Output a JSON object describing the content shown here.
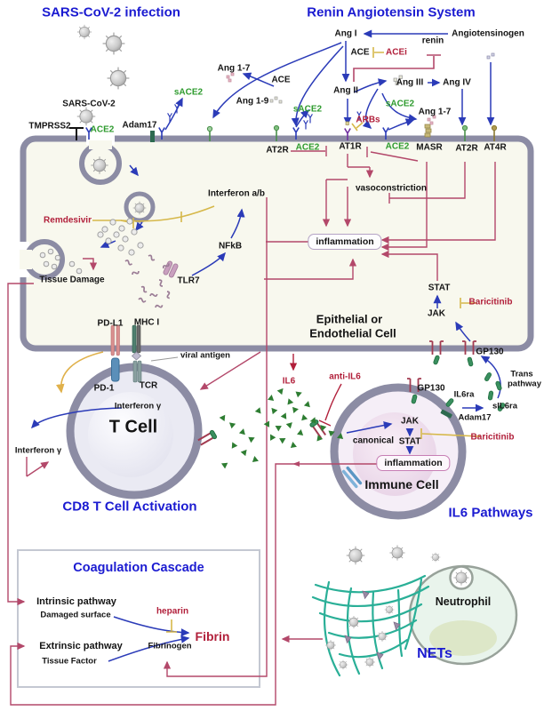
{
  "colors": {
    "title_blue": "#1b1bd1",
    "arrow_blue": "#2b3bb8",
    "enzyme_green": "#2e9b2e",
    "inhibitor_red": "#b11f3a",
    "pathway_red": "#b3486a",
    "inhibitor_yellow": "#d6b84a",
    "membrane_gray": "#8c8ca4",
    "nets_teal": "#2aaf97"
  },
  "titles": {
    "sars": "SARS-CoV-2 infection",
    "ras": "Renin Angiotensin System",
    "cd8": "CD8 T Cell Activation",
    "il6": "IL6 Pathways",
    "coagulation": "Coagulation Cascade",
    "nets": "NETs"
  },
  "sars": {
    "virus_label": "SARS-CoV-2",
    "tmprss2": "TMPRSS2",
    "ace2": "ACE2",
    "adam17": "Adam17",
    "sace2": "sACE2",
    "remdesivir": "Remdesivir",
    "tissue_damage": "Tissue Damage",
    "interferon_ab": "Interferon a/b",
    "nfkb": "NFkB",
    "tlr7": "TLR7"
  },
  "ras": {
    "angiotensinogen": "Angiotensinogen",
    "renin": "renin",
    "ang_i": "Ang I",
    "ace": "ACE",
    "acei": "ACEi",
    "ang_ii": "Ang II",
    "ang_iii": "Ang III",
    "ang_iv": "Ang IV",
    "ace_left": "ACE",
    "ang_1_9": "Ang 1-9",
    "ang_1_7_top": "Ang 1-7",
    "ang_1_7_mid": "Ang 1-7",
    "sace2_top": "sACE2",
    "sace2_mid": "sACE2",
    "sace2_right": "sACE2",
    "arbs": "ARBs",
    "at2r_left": "AT2R",
    "ace2_left": "ACE2",
    "at1r": "AT1R",
    "ace2_right": "ACE2",
    "masr": "MASR",
    "at2r_right": "AT2R",
    "at4r": "AT4R",
    "vasoconstriction": "vasoconstriction"
  },
  "epithelial": {
    "name_line1": "Epithelial or",
    "name_line2": "Endothelial Cell",
    "inflammation": "inflammation",
    "stat": "STAT",
    "jak": "JAK",
    "baricitinib": "Baricitinib",
    "gp130": "GP130"
  },
  "tcell": {
    "name": "T Cell",
    "pd_l1": "PD-L1",
    "mhc_i": "MHC I",
    "pd_1": "PD-1",
    "tcr": "TCR",
    "viral_antigen": "viral antigen",
    "ifn_gamma_in": "Interferon γ",
    "ifn_gamma_out": "Interferon γ"
  },
  "il6": {
    "il6": "IL6",
    "anti_il6": "anti-IL6",
    "gp130_cell": "GP130",
    "il6ra": "IL6ra",
    "sil6ra": "sIL6ra",
    "adam17": "Adam17",
    "trans_line1": "Trans",
    "trans_line2": "pathway",
    "jak": "JAK",
    "stat": "STAT",
    "canonical": "canonical",
    "baricitinib": "Baricitinib",
    "inflammation": "inflammation",
    "cell_name": "Immune Cell"
  },
  "coagulation": {
    "intrinsic": "Intrinsic pathway",
    "damaged_surface": "Damaged surface",
    "extrinsic": "Extrinsic pathway",
    "tissue_factor": "Tissue Factor",
    "heparin": "heparin",
    "fibrin": "Fibrin",
    "fibrinogen": "Fibrinogen"
  },
  "nets": {
    "neutrophil": "Neutrophil"
  }
}
